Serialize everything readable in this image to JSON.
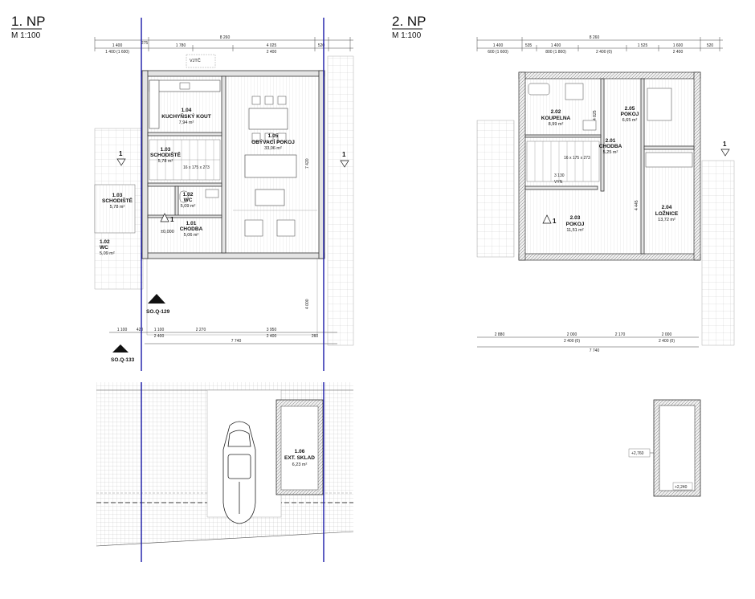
{
  "plans": [
    {
      "title": "1. NP",
      "scale": "M 1:100",
      "rooms": [
        {
          "num": "1.04",
          "name": "KUCHYŇSKÝ KOUT",
          "area": "7,94 m²"
        },
        {
          "num": "1.03",
          "name": "SCHODIŠTĚ",
          "area": "5,78 m²"
        },
        {
          "num": "1.05",
          "name": "OBÝVACÍ POKOJ",
          "area": "33,06 m²"
        },
        {
          "num": "1.02",
          "name": "WC",
          "area": "5,09 m²"
        },
        {
          "num": "1.01",
          "name": "CHODBA",
          "area": "5,06 m²"
        },
        {
          "num": "1.03",
          "name": "SCHODIŠTĚ",
          "area": "5,78 m²"
        },
        {
          "num": "1.02",
          "name": "WC",
          "area": "5,09 m²"
        },
        {
          "num": "1.06",
          "name": "EXT. SKLAD",
          "area": "6,23 m²"
        }
      ],
      "dims_top": [
        "8 260",
        "1 400",
        "1 400 (1 600)",
        "275",
        "1 780",
        "4 025",
        "2 400",
        "520"
      ],
      "dims_bottom": [
        "1 100",
        "420",
        "1 100",
        "2 270",
        "3 950",
        "7 740",
        "2 400",
        "2 400",
        "260"
      ],
      "labels": [
        "VJTČ",
        "SO.Q-129",
        "SO.Q-133",
        "±0,000",
        "16 x 175 x 273",
        "7 420",
        "4 000",
        "1"
      ]
    },
    {
      "title": "2. NP",
      "scale": "M 1:100",
      "rooms": [
        {
          "num": "2.02",
          "name": "KOUPELNA",
          "area": "8,99 m²"
        },
        {
          "num": "2.05",
          "name": "POKOJ",
          "area": "6,65 m²"
        },
        {
          "num": "2.01",
          "name": "CHODBA",
          "area": "5,25 m²"
        },
        {
          "num": "2.03",
          "name": "POKOJ",
          "area": "11,51 m²"
        },
        {
          "num": "2.04",
          "name": "LOŽNICE",
          "area": "13,72 m²"
        }
      ],
      "dims_top": [
        "8 260",
        "1 400",
        "600 (1 600)",
        "535",
        "1 400",
        "800 (1 800)",
        "2 400 (0)",
        "1 525",
        "1 600",
        "2 400",
        "520"
      ],
      "dims_bottom": [
        "2 880",
        "2 000",
        "2 400 (0)",
        "2 170",
        "2 000",
        "2 400 (0)",
        "7 740"
      ],
      "labels": [
        "16 x 175 x 273",
        "3 130",
        "VYN",
        "4 445",
        "4 825",
        "1"
      ]
    }
  ],
  "roof_detail": {
    "level_left": "+2,760",
    "level_right": "+2,240"
  }
}
